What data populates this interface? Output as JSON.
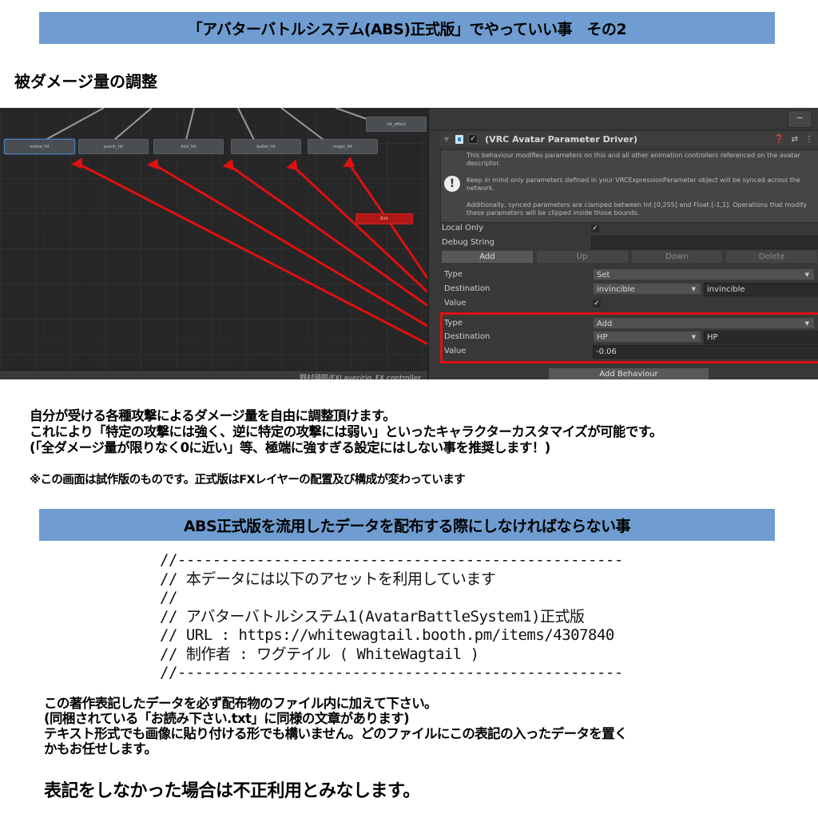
{
  "header": {
    "banner_title": "「アバターバトルシステム(ABS)正式版」でやっていい事　その2",
    "section_title": "被ダメージ量の調整"
  },
  "screenshot": {
    "animator": {
      "nodes": [
        {
          "label": "melee_hit",
          "selected": true
        },
        {
          "label": "punch_hit",
          "selected": false
        },
        {
          "label": "kick_hit",
          "selected": false
        },
        {
          "label": "bullet_hit",
          "selected": false
        },
        {
          "label": "magic_hit",
          "selected": false
        },
        {
          "label": "hit_effect",
          "selected": false
        },
        {
          "label": "Exit",
          "selected": false
        }
      ],
      "footer_path": "野村頭部/FXLayer/rig_FX.controller",
      "arrow_color": "#e01010"
    },
    "inspector": {
      "minus_label": "−",
      "component_title": "(VRC Avatar Parameter Driver)",
      "component_enabled": "✓",
      "header_icons": [
        "help-icon",
        "preset-icon",
        "more-icon"
      ],
      "help_text_1": "This behaviour modifies parameters on this and all other animation controllers referenced on the avatar descriptor.",
      "help_text_2": "Keep in mind only parameters defined in your VRCExpressionParameter object will be synced across the network.",
      "help_text_3": "Additionally, synced parameters are clamped between Int [0,255] and Float [-1,1]. Operations that modify these parameters will be clipped inside those bounds.",
      "local_only_label": "Local Only",
      "local_only_value": "✓",
      "debug_string_label": "Debug String",
      "debug_string_value": "",
      "buttons": {
        "add": "Add",
        "up": "Up",
        "down": "Down",
        "delete": "Delete"
      },
      "entries": [
        {
          "type_label": "Type",
          "type_value": "Set",
          "destination_label": "Destination",
          "destination_select": "invincible",
          "destination_text": "invincible",
          "value_label": "Value",
          "value": "✓"
        },
        {
          "type_label": "Type",
          "type_value": "Add",
          "destination_label": "Destination",
          "destination_select": "HP",
          "destination_text": "HP",
          "value_label": "Value",
          "value": "-0.06"
        }
      ],
      "add_behaviour_label": "Add Behaviour"
    }
  },
  "description": {
    "line1": "自分が受ける各種攻撃によるダメージ量を自由に調整頂けます。",
    "line2": "これにより「特定の攻撃には強く、逆に特定の攻撃には弱い」といったキャラクターカスタマイズが可能です。",
    "line3": "(「全ダメージ量が限りなく0に近い」等、極端に強すぎる設定にはしない事を推奨します！)",
    "note": "※この画面は試作版のものです。正式版はFXレイヤーの配置及び構成が変わっています"
  },
  "distribution": {
    "banner_title": "ABS正式版を流用したデータを配布する際にしなければならない事",
    "credit_lines": [
      "//---------------------------------------------------",
      "// 本データには以下のアセットを利用しています",
      "//",
      "// アバターバトルシステム1(AvatarBattleSystem1)正式版",
      "// URL : https://whitewagtail.booth.pm/items/4307840",
      "// 制作者 : ワグテイル ( WhiteWagtail )",
      "//---------------------------------------------------"
    ],
    "instructions": [
      "この著作表記したデータを必ず配布物のファイル内に加えて下さい。",
      "(同梱されている「お読み下さい.txt」に同様の文章があります)",
      "テキスト形式でも画像に貼り付ける形でも構いません。どのファイルにこの表記の入ったデータを置く",
      "かもお任せします。"
    ],
    "final_warning": "表記をしなかった場合は不正利用とみなします。"
  }
}
